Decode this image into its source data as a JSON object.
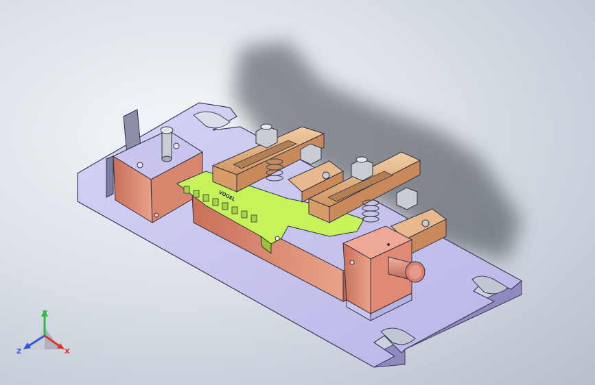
{
  "viewport": {
    "background_top": "#f4f6f9",
    "background_bottom": "#b6bfcb"
  },
  "colors": {
    "base_plate": "#c9c5ee",
    "base_plate_side": "#8f8bc0",
    "copper_block": "#e0957c",
    "copper_side": "#b8664f",
    "clamp_bar": "#e8b88e",
    "nest_part": "#c6f25a",
    "locator_pin": "#d98070",
    "bolt": "#c9ccd2"
  },
  "triad": {
    "x_label": "X",
    "y_label": "Y",
    "z_label": "Z",
    "x_color": "#e53030",
    "y_color": "#2fb845",
    "z_color": "#2f55d8"
  },
  "part_label": "VOGEL"
}
